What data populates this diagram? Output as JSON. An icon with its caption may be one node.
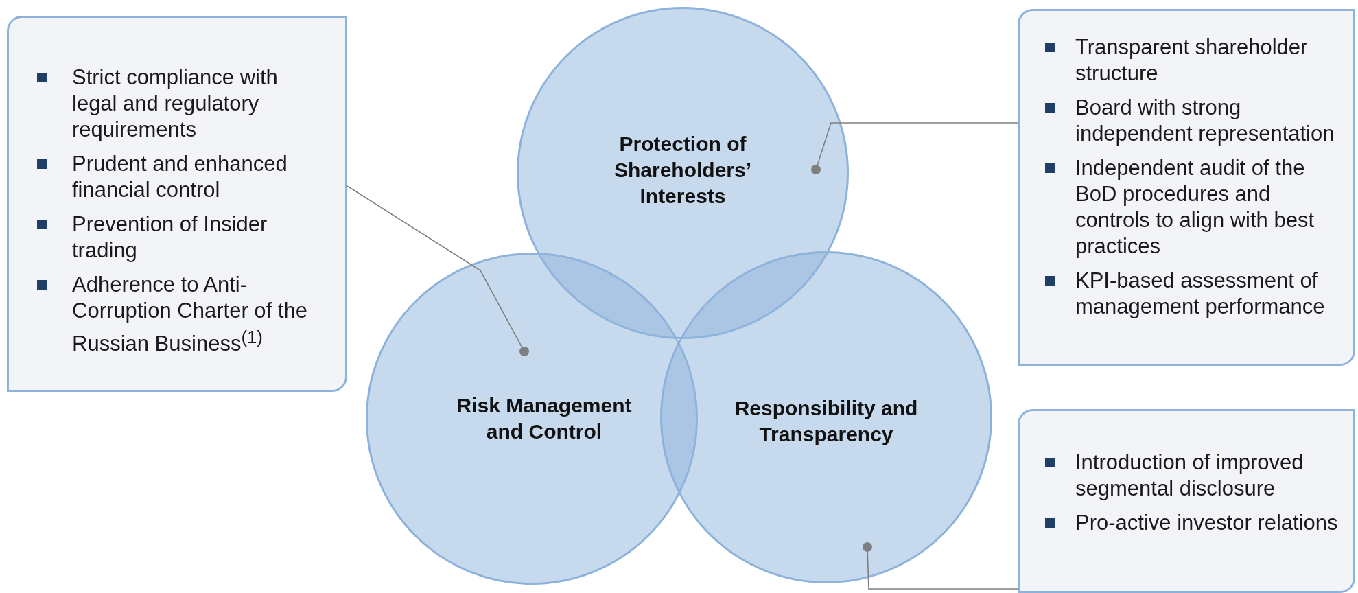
{
  "diagram": {
    "nodes": [
      {
        "text": [
          "Strict compliance with legal and regulatory requirements",
          "Prudent and enhanced financial control",
          "Prevention of Insider trading",
          "Adherence to Anti-Corruption Charter of the Russian Business$^{(1)}$"
        ]
      },
      {
        "text": [
          "Protection of Shareholders’ Interests"
        ]
      },
      {
        "text": [
          "Transparent shareholder structure",
          "Board with strong independent representation",
          "Independent audit of the BoD procedures and controls to align with best practices",
          "KPI-based assessment of management performance"
        ]
      },
      {
        "text": [
          "Risk Management and Control"
        ]
      },
      {
        "text": [
          "Responsibility and Transparency"
        ]
      },
      {
        "text": [
          "Introduction of improved segmental disclosure",
          "Pro-active investor relations"
        ]
      },
      {
        "text": [],
        "shape": "circle",
        "in": 3
      },
      {
        "text": [],
        "shape": "circle",
        "in": 1
      },
      {
        "text": [],
        "shape": "circle",
        "in": 4
      }
    ],
    "edges": [
      {
        "from": 0,
        "to": 6,
        "arrow": "none"
      },
      {
        "from": 2,
        "to": 7,
        "arrow": "none"
      },
      {
        "from": 5,
        "to": 8,
        "arrow": "none"
      }
    ]
  }
}
